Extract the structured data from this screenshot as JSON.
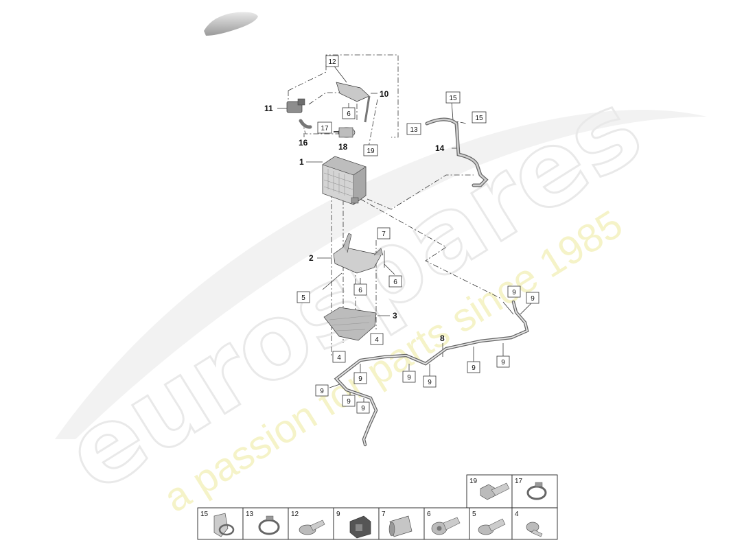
{
  "watermark": {
    "logo_text": "eurospares",
    "tagline": "a passion for parts since 1985"
  },
  "callouts_bold": [
    {
      "id": "1",
      "label": "1"
    },
    {
      "id": "2",
      "label": "2"
    },
    {
      "id": "3",
      "label": "3"
    },
    {
      "id": "8",
      "label": "8"
    },
    {
      "id": "10",
      "label": "10"
    },
    {
      "id": "11",
      "label": "11"
    },
    {
      "id": "14",
      "label": "14"
    },
    {
      "id": "16",
      "label": "16"
    },
    {
      "id": "18",
      "label": "18"
    }
  ],
  "callouts_boxed": [
    "12",
    "6",
    "17",
    "19",
    "13",
    "15",
    "15",
    "7",
    "5",
    "6",
    "6",
    "4",
    "4",
    "9",
    "9",
    "9",
    "9",
    "9",
    "9",
    "9",
    "9",
    "9",
    "9",
    "9"
  ],
  "legend": {
    "top_row": [
      {
        "number": "19",
        "icon": "hex-bolt-icon"
      },
      {
        "number": "17",
        "icon": "hose-clamp-icon"
      }
    ],
    "bottom_row": [
      {
        "number": "15",
        "icon": "bracket-clip-icon"
      },
      {
        "number": "13",
        "icon": "hose-clamp-icon"
      },
      {
        "number": "12",
        "icon": "flange-screw-icon"
      },
      {
        "number": "9",
        "icon": "clip-nut-icon"
      },
      {
        "number": "7",
        "icon": "spacer-sleeve-icon"
      },
      {
        "number": "6",
        "icon": "torx-bolt-icon"
      },
      {
        "number": "5",
        "icon": "washer-screw-icon"
      },
      {
        "number": "4",
        "icon": "pan-screw-icon"
      }
    ]
  }
}
